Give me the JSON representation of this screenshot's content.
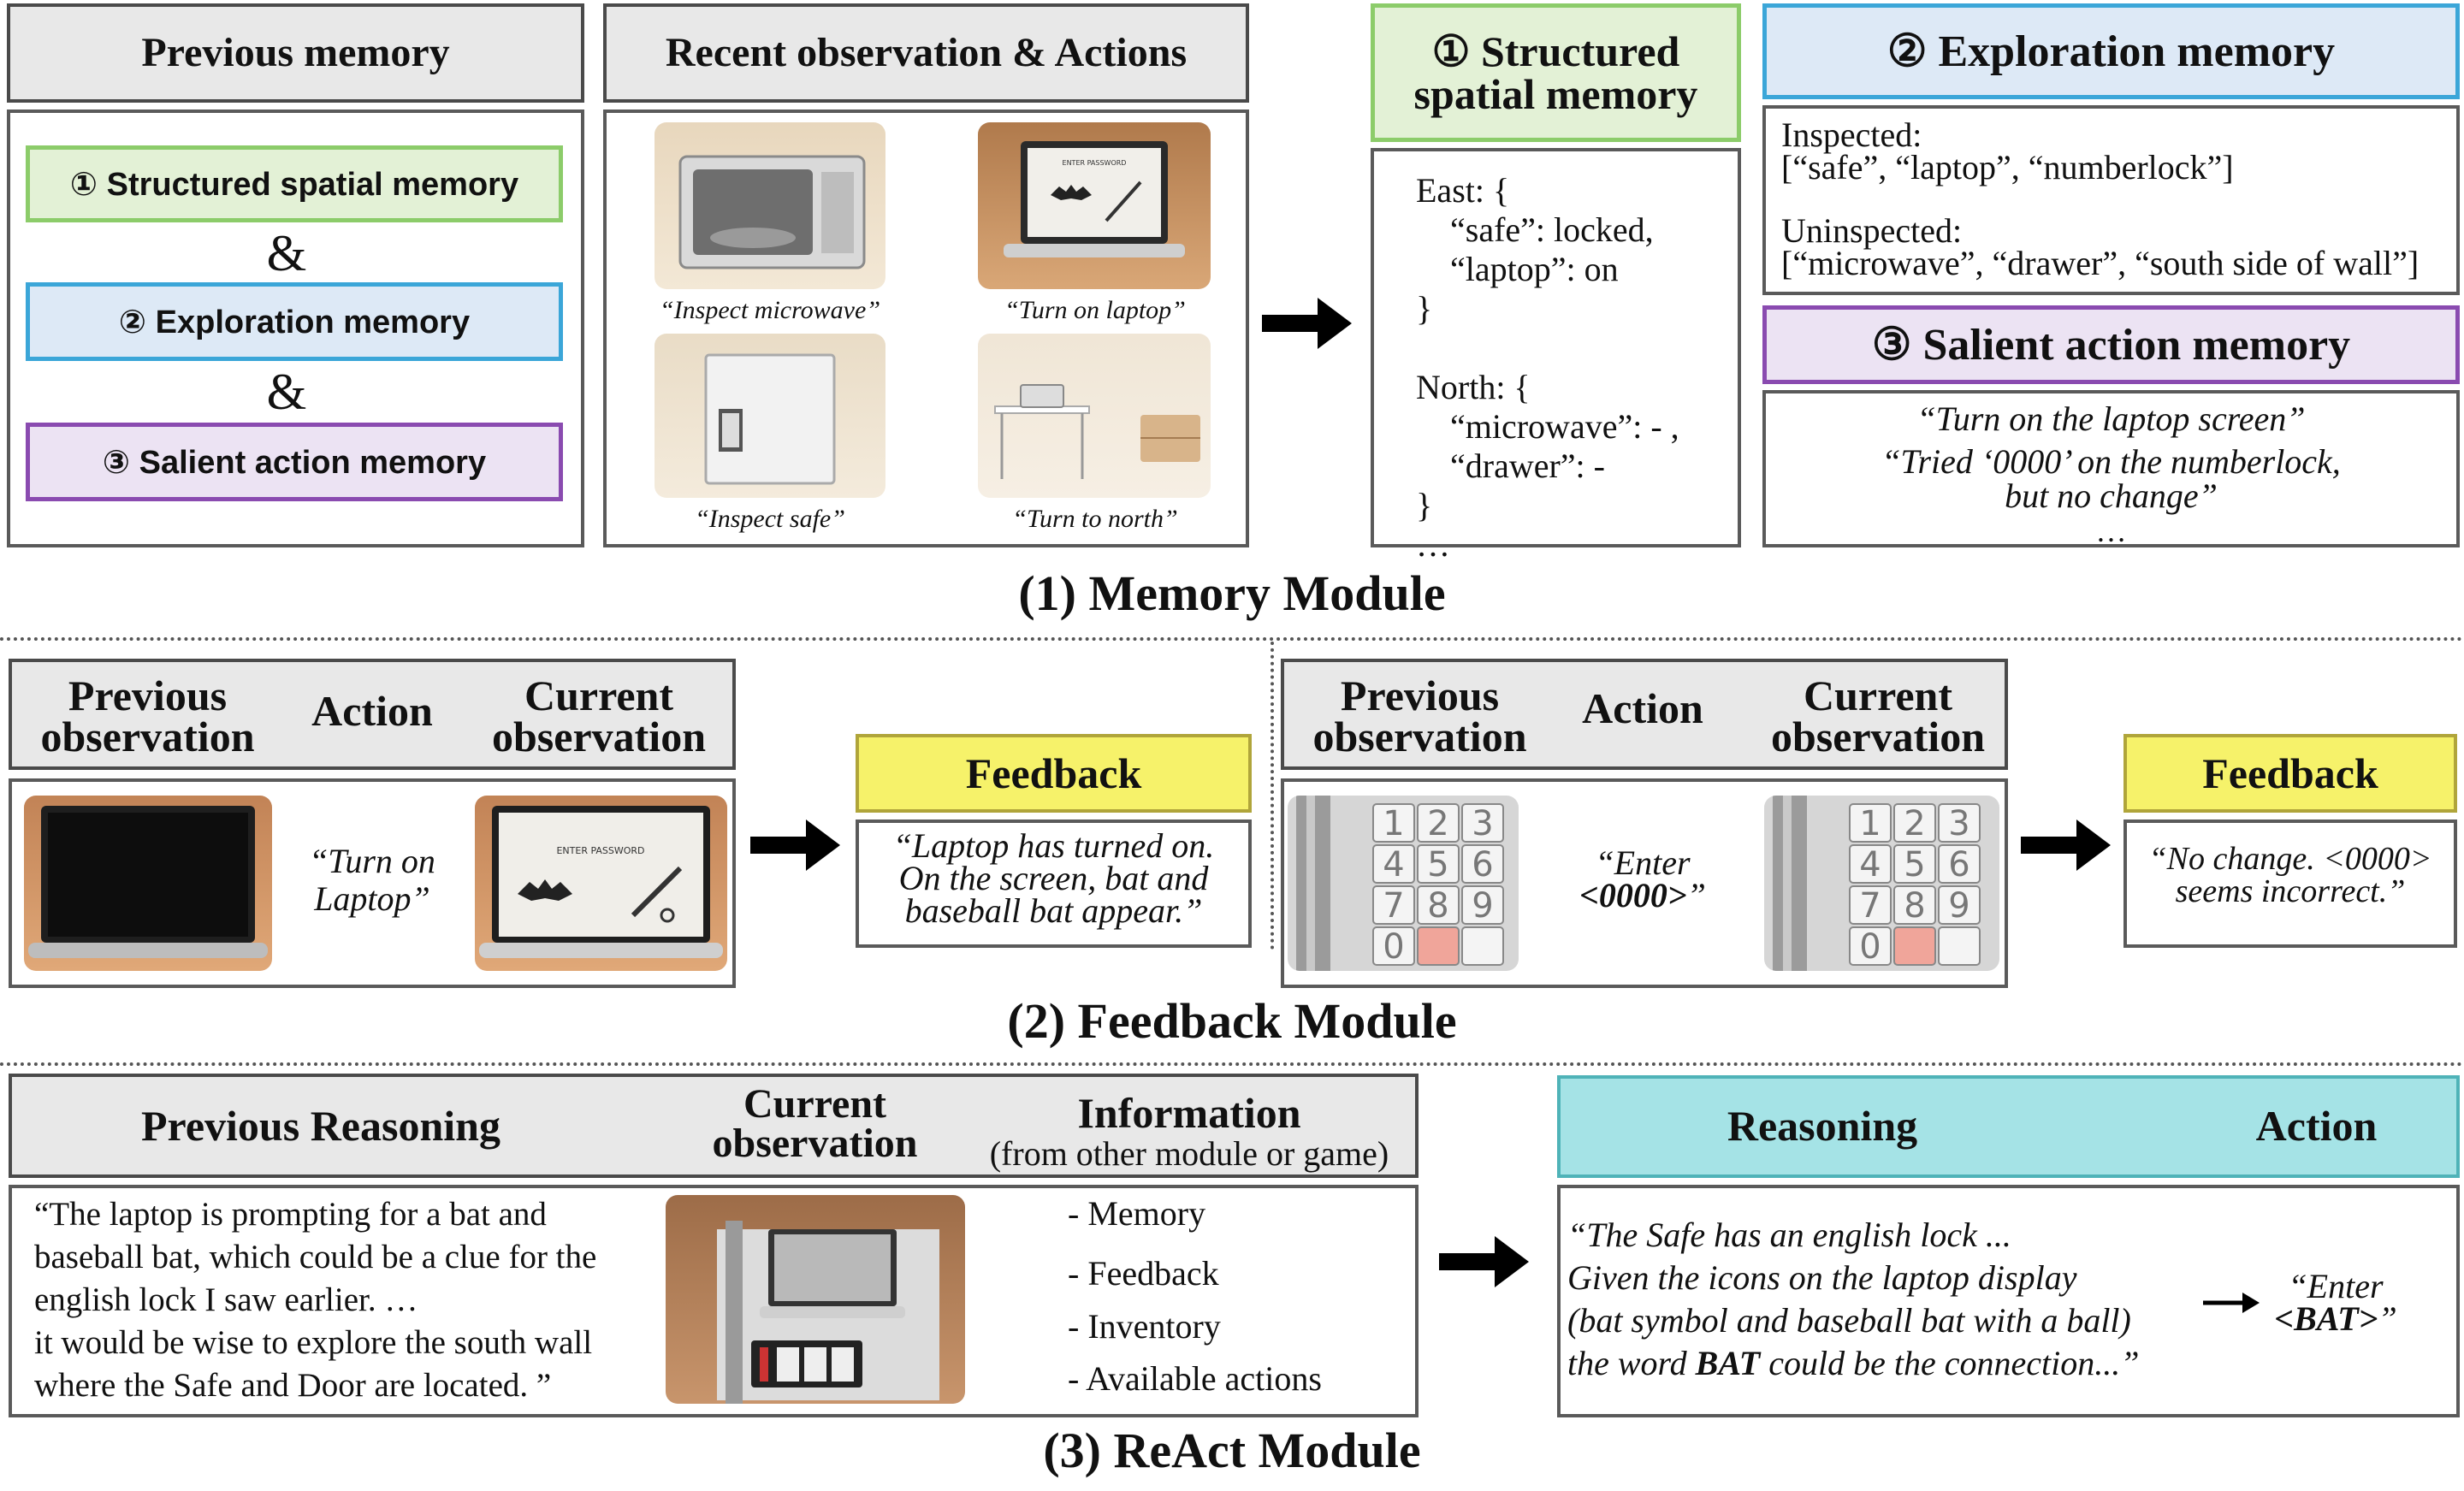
{
  "memory_module": {
    "title": "(1) Memory Module",
    "previous_memory_header": "Previous memory",
    "recent_header": "Recent observation & Actions",
    "pill_structured": "① Structured spatial memory",
    "pill_exploration": "② Exploration memory",
    "pill_salient": "③ Salient action memory",
    "amp": "&",
    "captions": [
      "“Inspect microwave”",
      "“Turn on laptop”",
      "“Inspect safe”",
      "“Turn to north”"
    ],
    "laptop_screen_text": "ENTER PASSWORD",
    "structured_header": "① Structured\nspatial memory",
    "structured_body": "East: {\n    “safe”: locked,\n    “laptop”: on\n}\n\nNorth: {\n    “microwave”: - ,\n    “drawer”: -\n}\n…",
    "exploration_header": "② Exploration memory",
    "inspected_label": "Inspected:",
    "inspected_items": "[“safe”, “laptop”, “numberlock”]",
    "uninspected_label": "Uninspected:",
    "uninspected_items": "[“microwave”, “drawer”, “south side of wall”]",
    "salient_header": "③ Salient action memory",
    "salient_line1": "“Turn on the laptop screen”",
    "salient_line2": "“Tried ‘0000’ on the numberlock,",
    "salient_line3": "but no change”",
    "salient_line4": "…"
  },
  "feedback_module": {
    "title": "(2) Feedback Module",
    "prev_obs": "Previous\nobservation",
    "action": "Action",
    "curr_obs": "Current\nobservation",
    "feedback": "Feedback",
    "left_action_text": "“Turn on\nLaptop”",
    "left_feedback_text": "“Laptop has turned on.\nOn the screen, bat and\nbaseball bat appear.”",
    "right_action_pre": "“Enter",
    "right_action_code": "<0000>",
    "right_action_post": "”",
    "right_feedback_text": "“No change. <0000>\nseems incorrect.”",
    "keypad": [
      "1",
      "2",
      "3",
      "4",
      "5",
      "6",
      "7",
      "8",
      "9",
      "0"
    ],
    "laptop_screen_text": "ENTER PASSWORD"
  },
  "react_module": {
    "title": "(3) ReAct Module",
    "prev_reasoning_header": "Previous Reasoning",
    "current_obs_header": "Current\nobservation",
    "info_header": "Information",
    "info_sub": "(from other module or game)",
    "prev_reasoning_text": "“The laptop is prompting for a bat and\nbaseball bat, which could be a clue for the\nenglish lock I saw earlier. …\nit would be wise to explore the south wall\nwhere the Safe and Door are located. ”",
    "info_items": [
      "- Memory",
      "- Feedback",
      "- Inventory",
      "- Available actions"
    ],
    "reasoning_header": "Reasoning",
    "action_header": "Action",
    "reasoning_l1": "“The Safe has an english lock ...",
    "reasoning_l2": "Given the icons on the laptop display",
    "reasoning_l3": "(bat symbol and baseball bat with a ball)",
    "reasoning_l4_pre": "the word ",
    "reasoning_l4_bold": "BAT",
    "reasoning_l4_post": " could be the connection...”",
    "action_pre": "“Enter",
    "action_code": "<BAT>",
    "action_post": "”"
  },
  "colors": {
    "green": "#e3f1d6",
    "blue": "#dde9f6",
    "purple": "#ece3f3",
    "yellow": "#f6f26a",
    "teal": "#a5e3e6",
    "header_grey": "#e8e8e8"
  }
}
